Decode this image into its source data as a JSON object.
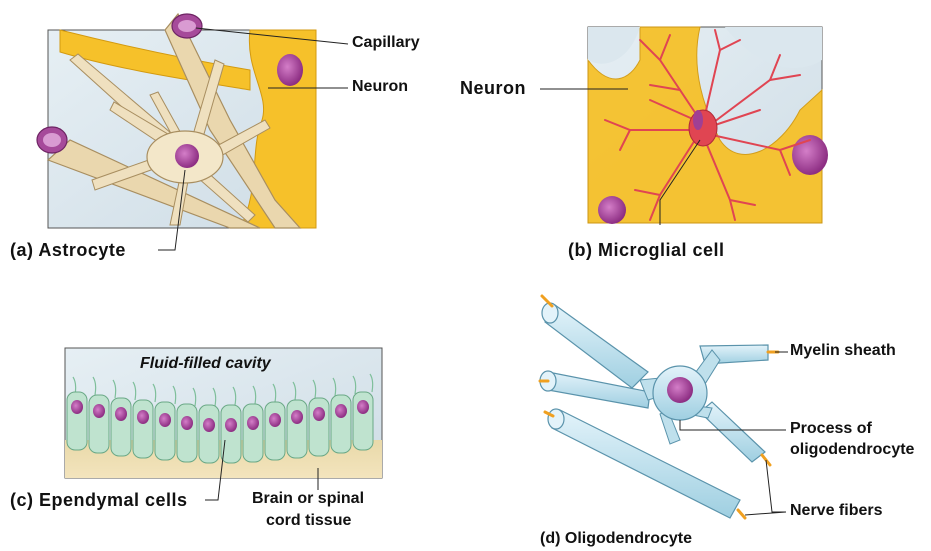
{
  "panels": {
    "a": {
      "caption": "(a) Astrocyte",
      "labels": {
        "capillary": "Capillary",
        "neuron": "Neuron"
      }
    },
    "b": {
      "caption": "(b) Microglial cell",
      "labels": {
        "neuron": "Neuron"
      }
    },
    "c": {
      "caption": "(c) Ependymal cells",
      "labels": {
        "cavity": "Fluid-filled  cavity",
        "tissue_line1": "Brain or spinal",
        "tissue_line2": "cord tissue"
      }
    },
    "d": {
      "caption": "(d) Oligodendrocyte",
      "labels": {
        "myelin": "Myelin sheath",
        "process_line1": "Process of",
        "process_line2": "oligodendrocyte",
        "fibers": "Nerve fibers"
      }
    }
  },
  "colors": {
    "astro_cell": "#efe0bf",
    "astro_outline": "#a88e60",
    "neuron": "#f6c12a",
    "nucleus": "#a03f94",
    "microglia": "#e04552",
    "background_blue": "#dbe7ee",
    "ependymal": "#bfe3cf",
    "tissue": "#efdcaa",
    "myelin": "#bfe0ec",
    "myelin_outline": "#5a93ab",
    "fiber_end": "#f0a020"
  }
}
